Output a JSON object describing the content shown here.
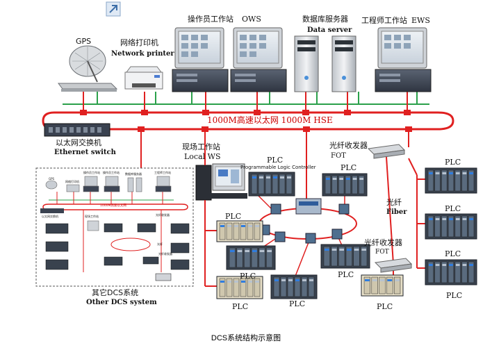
{
  "top_icon": "expand-icon",
  "labels": {
    "gps": "GPS",
    "printer_cn": "网络打印机",
    "printer_en": "Network printer",
    "ows_cn": "操作员工作站",
    "ows_en": "OWS",
    "db_cn": "数据库服务器",
    "db_en": "Data server",
    "ews_cn": "工程师工作站",
    "ews_en": "EWS",
    "bus": "1000M高速以太网  1000M HSE",
    "switch_cn": "以太网交换机",
    "switch_en": "Ethernet switch",
    "local_cn": "现场工作站",
    "local_en": "Local WS",
    "plc": "PLC",
    "plc_full": "Programmable Logic Controller",
    "fot_cn": "光纤收发器",
    "fot_en": "FOT",
    "fiber_cn": "光纤",
    "fiber_en": "Fiber",
    "other_cn": "其它DCS系统",
    "other_en": "Other DCS system",
    "caption": "DCS系统结构示意图"
  },
  "mini": {
    "gps": "GPS",
    "printer": "网络打印机",
    "ows": "操作员工作站",
    "ows2": "操作员工作站",
    "db": "数据库服务器",
    "ews": "工程师工作站",
    "bus": "1000M高速以太网",
    "switch": "以太网交换机",
    "local": "现场工作站",
    "fot": "光纤收发器",
    "fiber": "光纤",
    "fot2": "光纤收发器"
  },
  "colors": {
    "bus": "#e02020",
    "lan": "#2aa04a",
    "ring": "#e02020",
    "screen": "#d6dde6",
    "chassis": "#3d4554",
    "plc_body": "#39424e",
    "plc_module": "#5a6b7e",
    "plc_light": "#e8e0c8"
  }
}
